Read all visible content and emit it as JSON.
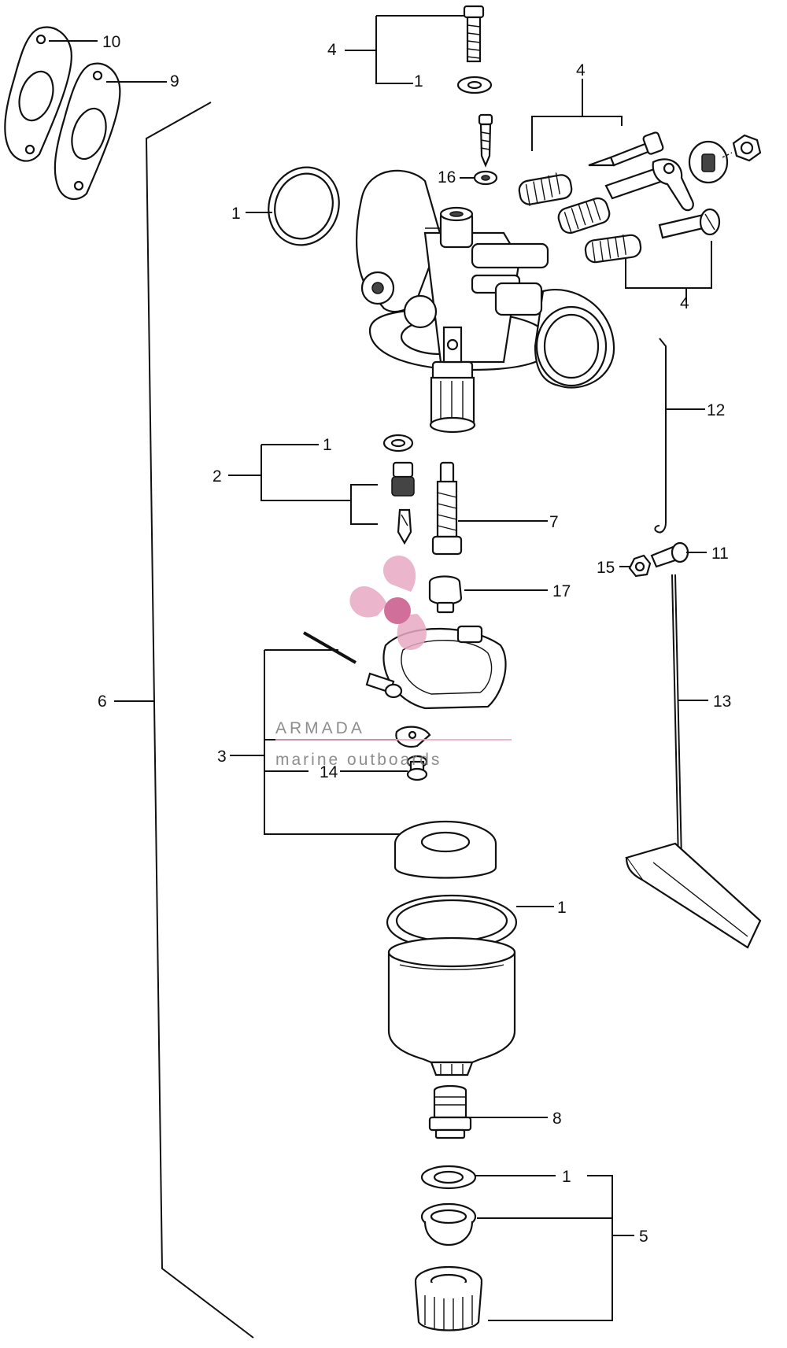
{
  "labels": {
    "l10": "10",
    "l9": "9",
    "l4a": "4",
    "l1a": "1",
    "l4b": "4",
    "l16": "16",
    "l1b": "1",
    "l4c": "4",
    "l12": "12",
    "l1c": "1",
    "l2": "2",
    "l7": "7",
    "l11": "11",
    "l15": "15",
    "l17": "17",
    "l6": "6",
    "l13": "13",
    "l3": "3",
    "l14": "14",
    "l1d": "1",
    "l8": "8",
    "l1e": "1",
    "l5": "5"
  },
  "watermark": {
    "brand": "ARMADA",
    "tagline": "marine outboards",
    "accent": "#e8a9c4",
    "accent_dark": "#c9578a"
  }
}
